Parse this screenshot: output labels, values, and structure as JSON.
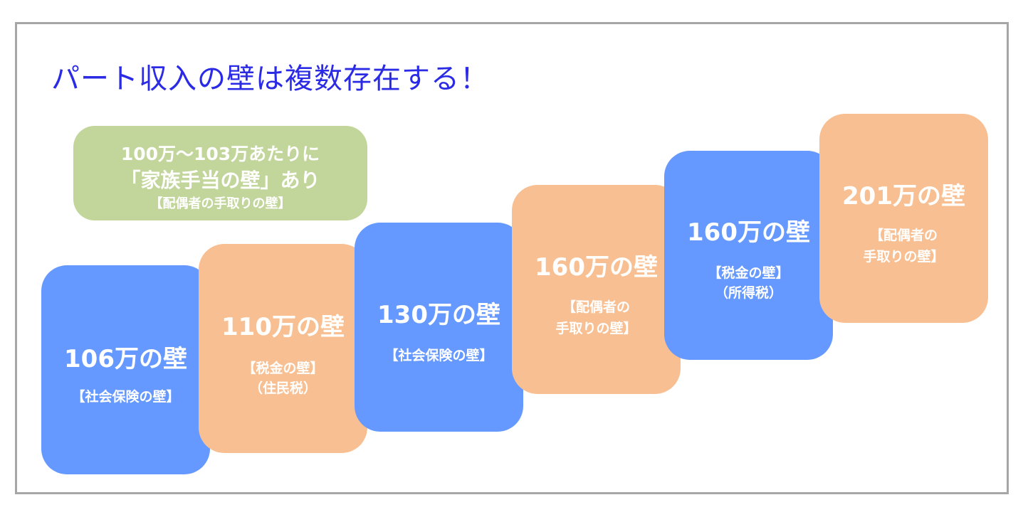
{
  "title": "パート収入の壁は複数存在する！",
  "note": {
    "line1": "100万～103万あたりに",
    "line2": "「家族手当の壁」あり",
    "line3": "【配偶者の手取りの壁】"
  },
  "walls": [
    {
      "amount": "106万の壁",
      "sub1": "【社会保険の壁】",
      "sub2": ""
    },
    {
      "amount": "110万の壁",
      "sub1": "【税金の壁】",
      "sub2": "（住民税）"
    },
    {
      "amount": "130万の壁",
      "sub1": "【社会保険の壁】",
      "sub2": ""
    },
    {
      "amount": "160万の壁",
      "sub1": "【配偶者の",
      "sub2": "手取りの壁】"
    },
    {
      "amount": "160万の壁",
      "sub1": "【税金の壁】",
      "sub2": "（所得税）"
    },
    {
      "amount": "201万の壁",
      "sub1": "【配偶者の",
      "sub2": "手取りの壁】"
    }
  ],
  "colors": {
    "blue": "#6699ff",
    "orange": "#f8c092",
    "green": "#c2d69b",
    "title": "#2b2be6"
  }
}
